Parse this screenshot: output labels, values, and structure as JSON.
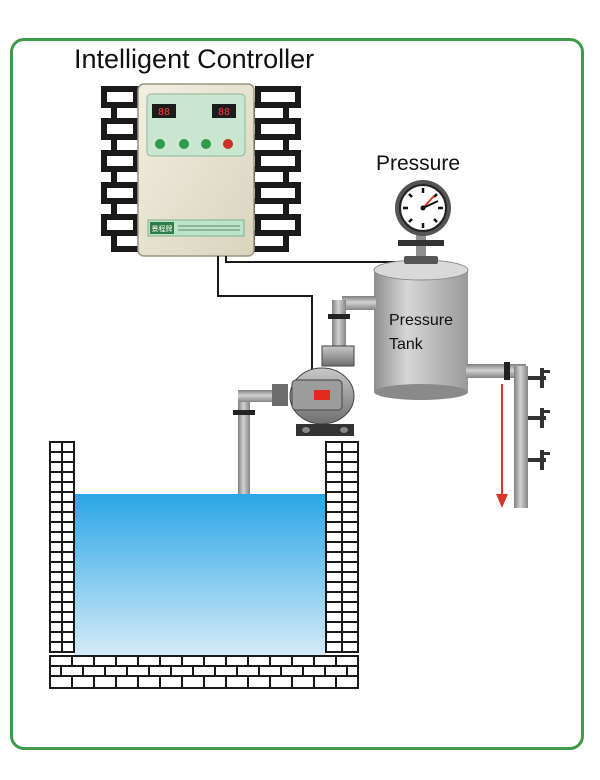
{
  "diagram": {
    "title": "Intelligent Controller",
    "gauge_label": "Pressure",
    "tank_label_line1": "Pressure",
    "tank_label_line2": "Tank"
  },
  "controller": {
    "display_left": "88",
    "display_right": "88",
    "brand_badge": "景程牌"
  },
  "colors": {
    "frame": "#3f9a4a",
    "pipe": "#9a9a9a",
    "water_top": "#2aa6e6",
    "water_bottom": "#d5ebf8",
    "flow_arrow": "#d8362a",
    "controller_body": "#e8e4d3",
    "controller_panel": "#b8dfc3"
  }
}
